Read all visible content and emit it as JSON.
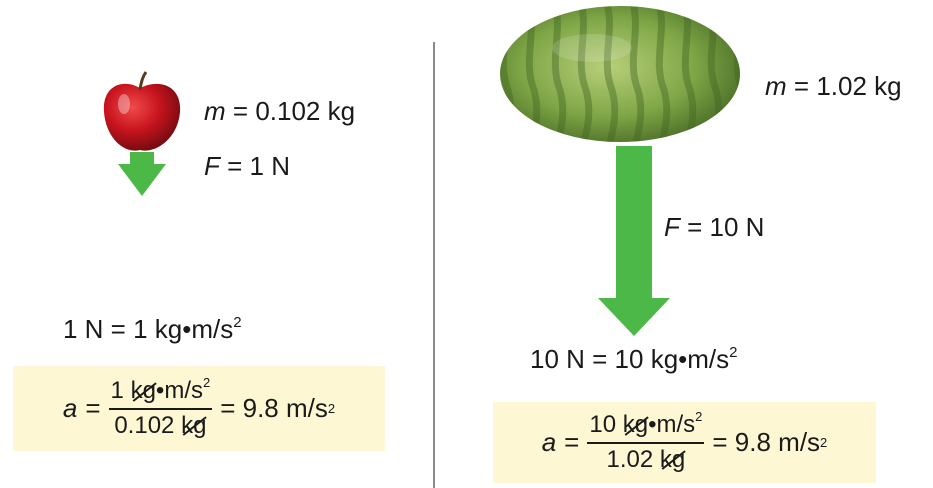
{
  "left": {
    "mass_var": "m",
    "mass_value": "= 0.102 kg",
    "force_var": "F",
    "force_value": "= 1 N",
    "unit_eq": "1 N = 1 kg•m/s",
    "unit_exp": "2",
    "formula": {
      "lhs_var": "a",
      "eq": "=",
      "num_pre": "1 ",
      "num_cancel": "kg",
      "num_post": "•m/s",
      "num_exp": "2",
      "den_pre": "0.102 ",
      "den_cancel": "kg",
      "result": "= 9.8 m/s",
      "result_exp": "2"
    }
  },
  "right": {
    "mass_var": "m",
    "mass_value": "= 1.02 kg",
    "force_var": "F",
    "force_value": "= 10 N",
    "unit_eq": "10 N = 10 kg•m/s",
    "unit_exp": "2",
    "formula": {
      "lhs_var": "a",
      "eq": "=",
      "num_pre": "10 ",
      "num_cancel": "kg",
      "num_post": "•m/s",
      "num_exp": "2",
      "den_pre": "1.02 ",
      "den_cancel": "kg",
      "result": "= 9.8 m/s",
      "result_exp": "2"
    }
  },
  "colors": {
    "arrow": "#4cb848",
    "formula_bg": "#fdf7d4",
    "apple": "#c8141e",
    "watermelon": "#6f9a3c"
  },
  "icons": [
    "apple-image",
    "watermelon-image",
    "force-arrow-icon"
  ]
}
